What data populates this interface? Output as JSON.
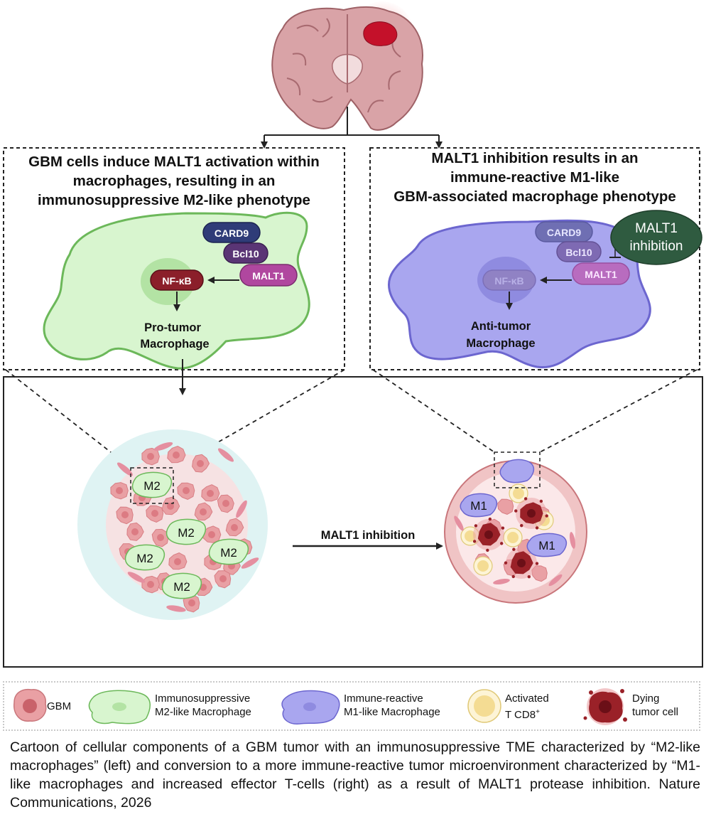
{
  "left_panel": {
    "title_lines": [
      "GBM cells induce MALT1 activation within",
      "macrophages, resulting in an",
      "immunosuppressive  M2-like phenotype"
    ],
    "card9": "CARD9",
    "bcl10": "Bcl10",
    "malt1": "MALT1",
    "nfkb": "NF-κB",
    "cell_label": [
      "Pro-tumor",
      "Macrophage"
    ]
  },
  "right_panel": {
    "title_lines": [
      "MALT1 inhibition results in an",
      "immune-reactive M1-like",
      "GBM-associated macrophage phenotype"
    ],
    "card9": "CARD9",
    "bcl10": "Bcl10",
    "malt1": "MALT1",
    "nfkb": "NF-κB",
    "inhibitor": [
      "MALT1",
      "inhibition"
    ],
    "cell_label": [
      "Anti-tumor",
      "Macrophage"
    ]
  },
  "tumor_left": {
    "m2_labels": [
      "M2",
      "M2",
      "M2",
      "M2",
      "M2"
    ]
  },
  "tumor_right": {
    "m1_labels": [
      "M1",
      "M1"
    ]
  },
  "arrow_label": "MALT1 inhibition",
  "legend": {
    "gbm": "GBM",
    "m2": [
      "Immunosuppressive",
      "M2-like Macrophage"
    ],
    "m1": [
      "Immune-reactive",
      "M1-like Macrophage"
    ],
    "tcell": [
      "Activated",
      "T CD8",
      "+"
    ],
    "dying": [
      "Dying",
      "tumor cell"
    ]
  },
  "caption": "Cartoon of cellular components of a GBM tumor with an immunosuppressive TME characterized by “M2-like macrophages” (left) and conversion to a more immune-reactive tumor microenvironment characterized by “M1-like macrophages and increased effector T-cells (right) as a result of MALT1 protease inhibition. Nature Communications, 2026",
  "colors": {
    "m2_fill": "#d8f5cf",
    "m2_stroke": "#6cb85a",
    "m1_fill": "#a9a6ef",
    "m1_stroke": "#6c66cf",
    "card9": "#2f3c78",
    "bcl10": "#5a3575",
    "malt1": "#b0479f",
    "nfkb": "#8b1f2a",
    "inhibitor": "#2f5b40",
    "tumor_cell": "#e9a0a4",
    "dying_cell": "#9a2128",
    "tcell": "#f4dc93"
  }
}
